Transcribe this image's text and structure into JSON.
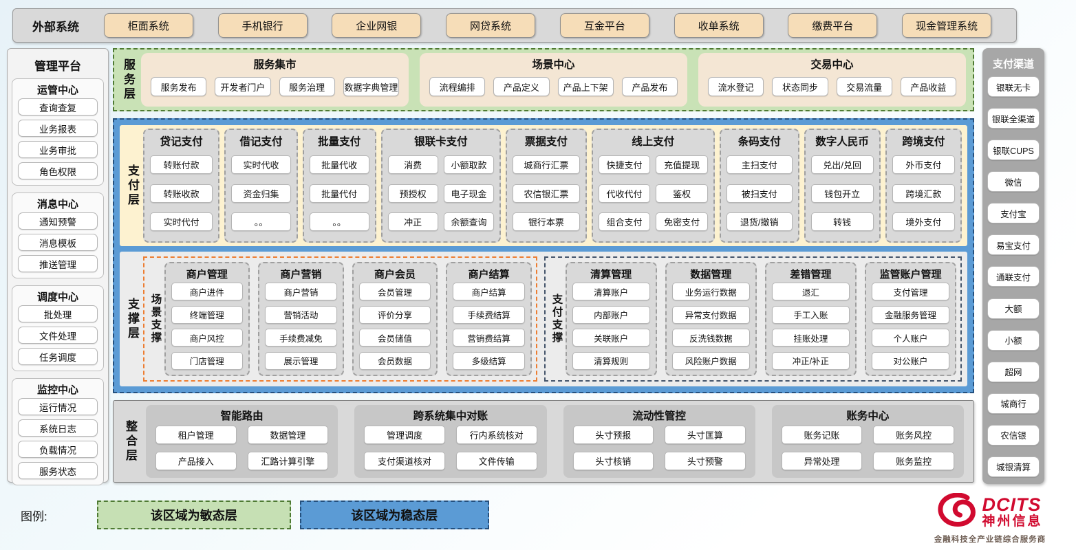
{
  "external": {
    "label": "外部系统",
    "systems": [
      "柜面系统",
      "手机银行",
      "企业网银",
      "网贷系统",
      "互金平台",
      "收单系统",
      "缴费平台",
      "现金管理系统"
    ]
  },
  "management": {
    "title": "管理平台",
    "sections": [
      {
        "title": "运管中心",
        "items": [
          "查询查复",
          "业务报表",
          "业务审批",
          "角色权限"
        ]
      },
      {
        "title": "消息中心",
        "items": [
          "通知预警",
          "消息模板",
          "推送管理"
        ]
      },
      {
        "title": "调度中心",
        "items": [
          "批处理",
          "文件处理",
          "任务调度"
        ]
      },
      {
        "title": "监控中心",
        "items": [
          "运行情况",
          "系统日志",
          "负载情况",
          "服务状态"
        ]
      }
    ]
  },
  "service_layer": {
    "label": "服务层",
    "groups": [
      {
        "title": "服务集市",
        "items": [
          "服务发布",
          "开发者门户",
          "服务治理",
          "数据字典管理"
        ]
      },
      {
        "title": "场景中心",
        "items": [
          "流程编排",
          "产品定义",
          "产品上下架",
          "产品发布"
        ]
      },
      {
        "title": "交易中心",
        "items": [
          "流水登记",
          "状态同步",
          "交易流量",
          "产品收益"
        ]
      }
    ]
  },
  "payment_layer": {
    "label": "支付层",
    "groups": [
      {
        "title": "贷记支付",
        "cols": 1,
        "flex": 1.05,
        "items": [
          "转账付款",
          "转账收款",
          "实时代付"
        ]
      },
      {
        "title": "借记支付",
        "cols": 1,
        "flex": 1.0,
        "items": [
          "实时代收",
          "资金归集",
          "。。"
        ]
      },
      {
        "title": "批量支付",
        "cols": 1,
        "flex": 1.0,
        "items": [
          "批量代收",
          "批量代付",
          "。。"
        ]
      },
      {
        "title": "银联卡支付",
        "cols": 2,
        "flex": 1.75,
        "items": [
          "消费",
          "小额取款",
          "预授权",
          "电子现金",
          "冲正",
          "余额查询"
        ]
      },
      {
        "title": "票据支付",
        "cols": 1,
        "flex": 1.12,
        "items": [
          "城商行汇票",
          "农信银汇票",
          "银行本票"
        ]
      },
      {
        "title": "线上支付",
        "cols": 2,
        "flex": 1.8,
        "items": [
          "快捷支付",
          "充值提现",
          "代收代付",
          "鉴权",
          "组合支付",
          "免密支付"
        ]
      },
      {
        "title": "条码支付",
        "cols": 1,
        "flex": 1.1,
        "items": [
          "主扫支付",
          "被扫支付",
          "退货/撤销"
        ]
      },
      {
        "title": "数字人民币",
        "cols": 1,
        "flex": 1.05,
        "items": [
          "兑出/兑回",
          "钱包开立",
          "转钱"
        ]
      },
      {
        "title": "跨境支付",
        "cols": 1,
        "flex": 1.05,
        "items": [
          "外币支付",
          "跨境汇款",
          "境外支付"
        ]
      }
    ]
  },
  "support_layer": {
    "label": "支撑层",
    "zones": [
      {
        "label": "场景支撑",
        "accent": "#ED7D31",
        "flex": 4.1,
        "groups": [
          {
            "title": "商户管理",
            "items": [
              "商户进件",
              "终端管理",
              "商户风控",
              "门店管理"
            ]
          },
          {
            "title": "商户营销",
            "items": [
              "商户营销",
              "营销活动",
              "手续费减免",
              "展示管理"
            ]
          },
          {
            "title": "商户会员",
            "items": [
              "会员管理",
              "评价分享",
              "会员储值",
              "会员数据"
            ]
          },
          {
            "title": "商户结算",
            "items": [
              "商户结算",
              "手续费结算",
              "营销费结算",
              "多级结算"
            ]
          }
        ]
      },
      {
        "label": "支付支撑",
        "accent": "#44546A",
        "flex": 4.35,
        "groups": [
          {
            "title": "清算管理",
            "items": [
              "清算账户",
              "内部账户",
              "关联账户",
              "清算规则"
            ]
          },
          {
            "title": "数据管理",
            "items": [
              "业务运行数据",
              "异常支付数据",
              "反洗钱数据",
              "风险账户数据"
            ]
          },
          {
            "title": "差错管理",
            "items": [
              "退汇",
              "手工入账",
              "挂账处理",
              "冲正/补正"
            ]
          },
          {
            "title": "监管账户管理",
            "items": [
              "支付管理",
              "金融服务管理",
              "个人账户",
              "对公账户"
            ]
          }
        ]
      }
    ]
  },
  "integration_layer": {
    "label": "整合层",
    "groups": [
      {
        "title": "智能路由",
        "items": [
          "租户管理",
          "数据管理",
          "产品接入",
          "汇路计算引擎"
        ]
      },
      {
        "title": "跨系统集中对账",
        "items": [
          "管理调度",
          "行内系统核对",
          "支付渠道核对",
          "文件传输"
        ]
      },
      {
        "title": "流动性管控",
        "items": [
          "头寸预报",
          "头寸匡算",
          "头寸核销",
          "头寸预警"
        ]
      },
      {
        "title": "账务中心",
        "items": [
          "账务记账",
          "账务风控",
          "异常处理",
          "账务监控"
        ]
      }
    ]
  },
  "channels": {
    "title": "支付渠道",
    "items": [
      "银联无卡",
      "银联全渠道",
      "银联CUPS",
      "微信",
      "支付宝",
      "易宝支付",
      "通联支付",
      "大额",
      "小额",
      "超网",
      "城商行",
      "农信银",
      "城银清算"
    ]
  },
  "legend": {
    "label": "图例:",
    "agile_label": "该区域为敏态层",
    "stable_label": "该区域为稳态层"
  },
  "logo": {
    "brand": "DCITS",
    "company": "神州信息",
    "tagline": "金融科技全产业链综合服务商"
  },
  "colors": {
    "agile_green": "#C6E0B4",
    "agile_border": "#4E7A33",
    "stable_blue": "#5B9BD5",
    "stable_border": "#24507E",
    "payment_cream": "#FDF2D0",
    "panel_gray": "#D9D9D9",
    "scene_accent": "#ED7D31",
    "paysupport_accent": "#44546A",
    "brand_red": "#D10A2F"
  }
}
